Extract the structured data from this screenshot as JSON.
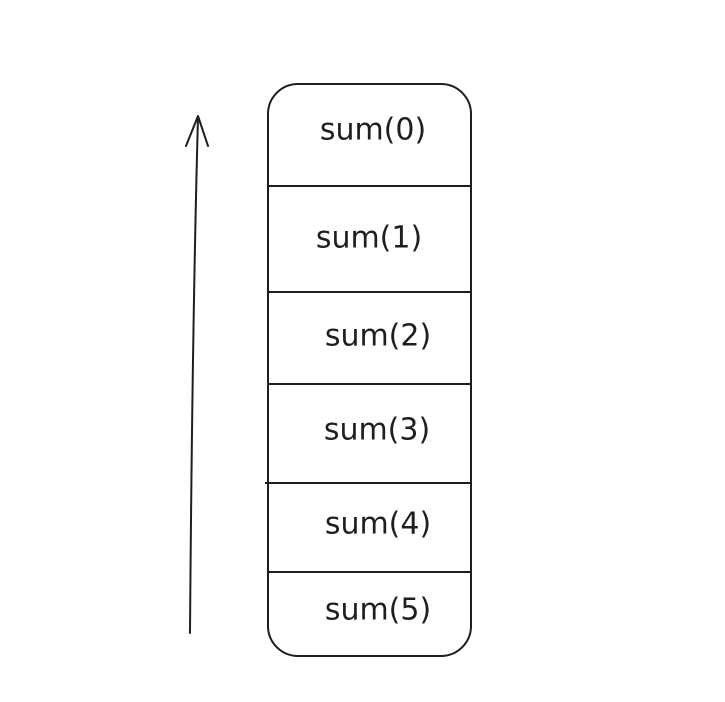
{
  "diagram": {
    "frames": [
      "sum(0)",
      "sum(1)",
      "sum(2)",
      "sum(3)",
      "sum(4)",
      "sum(5)"
    ],
    "colors": {
      "stroke": "#1e1e1e",
      "background": "#ffffff",
      "text": "#1e1e1e"
    }
  }
}
